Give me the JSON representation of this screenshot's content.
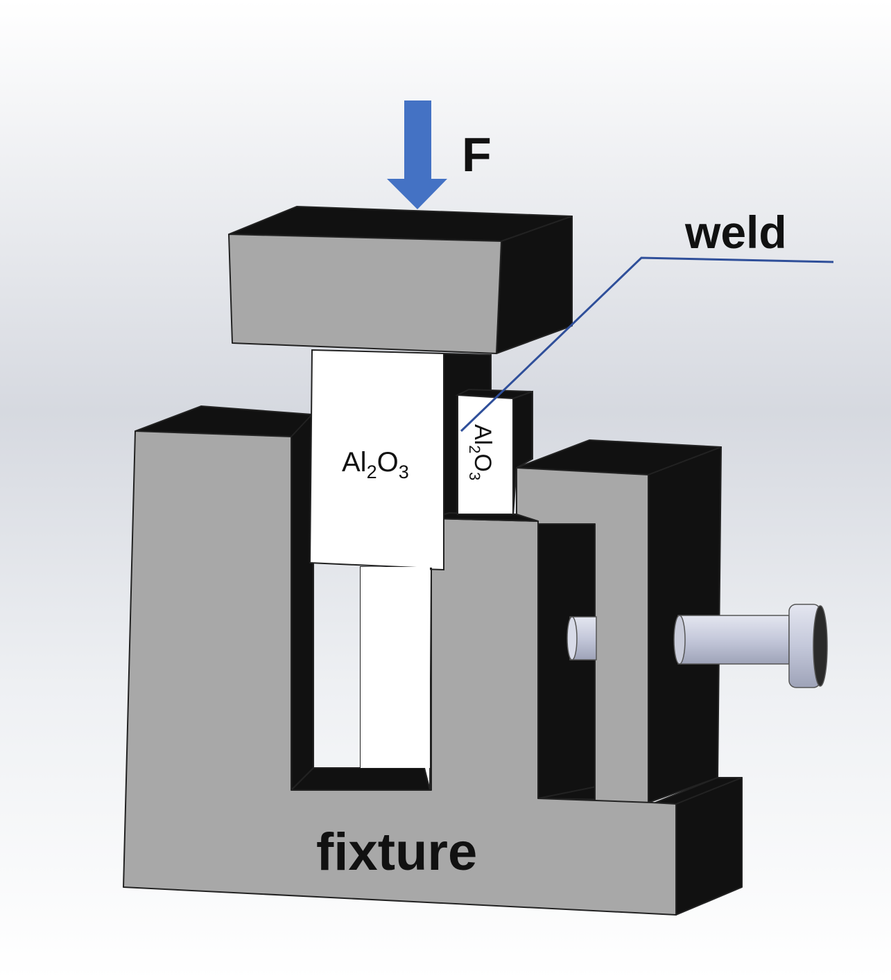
{
  "labels": {
    "force": "F",
    "weld": "weld",
    "fixture": "fixture",
    "specimen_left": {
      "main_1": "Al",
      "sub_1": "2",
      "main_2": "O",
      "sub_2": "3"
    },
    "specimen_right": {
      "main_1": "Al",
      "sub_1": "2",
      "main_2": "O",
      "sub_2": "3"
    }
  },
  "colors": {
    "arrow": "#4472c4",
    "leader_line": "#2f4f9a",
    "body_face": "#a8a8a8",
    "body_side": "#111111",
    "specimen": "#ffffff",
    "bolt": "#c6cadc"
  }
}
